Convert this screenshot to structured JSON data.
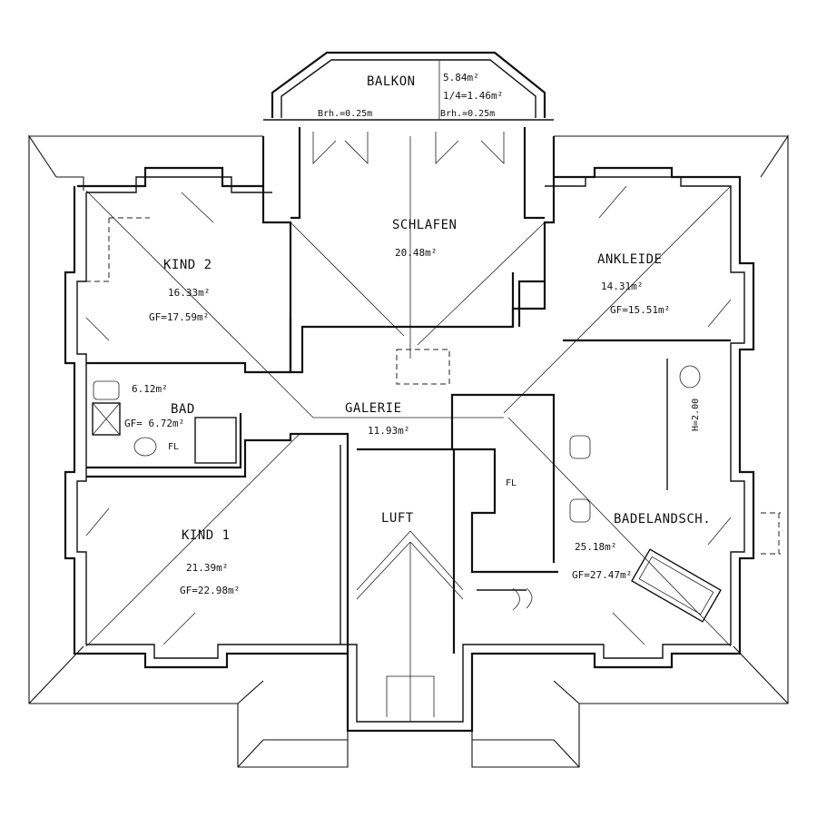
{
  "rooms": {
    "balkon": {
      "name": "BALKON",
      "area": "5.84m²",
      "quarter": "1/4=1.46m²",
      "brh_left": "Brh.=0.25m",
      "brh_right": "Brh.=0.25m"
    },
    "schlafen": {
      "name": "SCHLAFEN",
      "area": "20.48m²"
    },
    "kind2": {
      "name": "KIND 2",
      "area": "16.33m²",
      "gf": "GF=17.59m²"
    },
    "ankleide": {
      "name": "ANKLEIDE",
      "area": "14.31m²",
      "gf": "GF=15.51m²"
    },
    "bad": {
      "name": "BAD",
      "area": "6.12m²",
      "gf": "GF= 6.72m²",
      "fl": "FL"
    },
    "galerie": {
      "name": "GALERIE",
      "area": "11.93m²"
    },
    "kind1": {
      "name": "KIND 1",
      "area": "21.39m²",
      "gf": "GF=22.98m²"
    },
    "luft": {
      "name": "LUFT"
    },
    "badeland": {
      "name": "BADELANDSCH.",
      "area": "25.18m²",
      "gf": "GF=27.47m²",
      "fl": "FL",
      "height": "H=2.00"
    }
  }
}
